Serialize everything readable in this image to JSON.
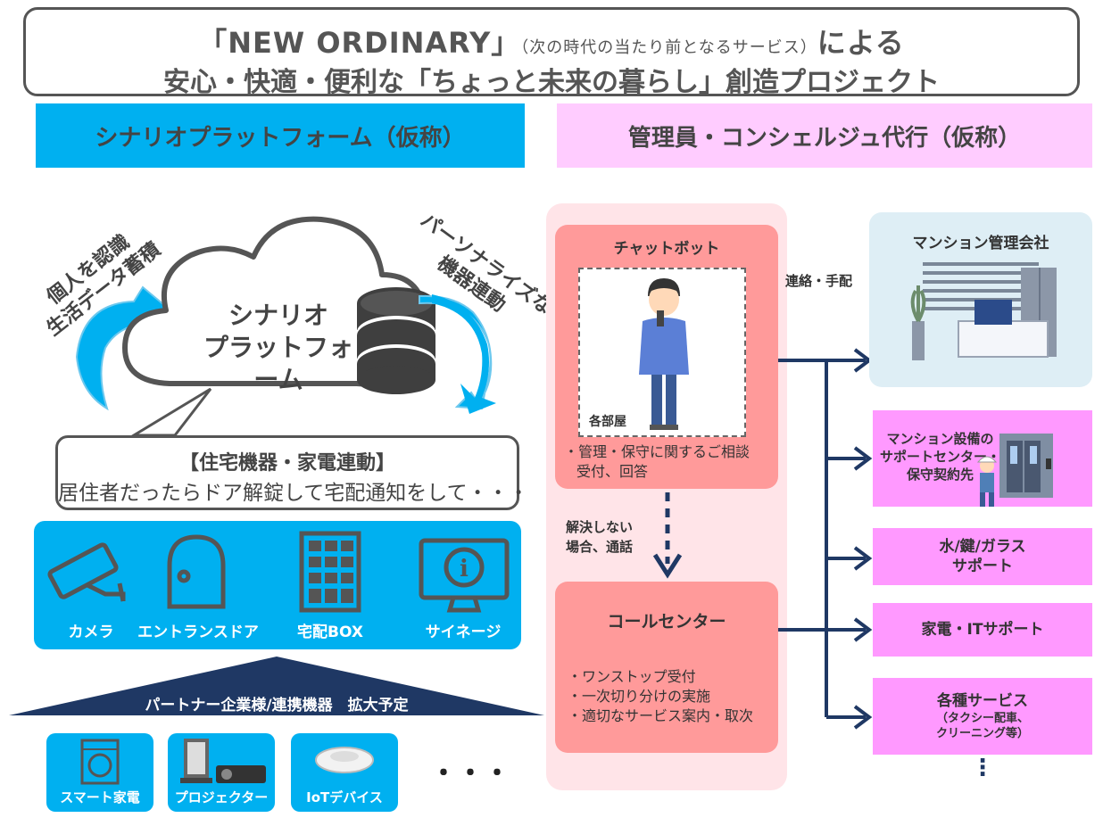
{
  "title": {
    "line1_a": "「NEW ORDINARY」",
    "line1_small": "（次の時代の当たり前となるサービス）",
    "line1_b": "による",
    "line2": "安心・快適・便利な「ちょっと未来の暮らし」創造プロジェクト"
  },
  "left_header": "シナリオプラットフォーム（仮称）",
  "right_header": "管理員・コンシェルジュ代行（仮称）",
  "cloud": {
    "label_line1": "シナリオ",
    "label_line2": "プラットフォーム",
    "left_arc_line1": "個人を認識",
    "left_arc_line2": "生活データ蓄積",
    "right_arc_line1": "パーソナライズな",
    "right_arc_line2": "機器連動"
  },
  "callout": {
    "title": "【住宅機器・家電連動】",
    "text": "居住者だったらドア解錠して宅配通知をして・・・"
  },
  "devices": [
    "カメラ",
    "エントランスドア",
    "宅配BOX",
    "サイネージ"
  ],
  "partner_banner": "パートナー企業様/連携機器　拡大予定",
  "partners": [
    "スマート家電",
    "プロジェクター",
    "IoTデバイス"
  ],
  "partners_more": "・・・",
  "chatbot": {
    "title": "チャットボット",
    "room_label": "各部屋",
    "note_line1": "・管理・保守に関するご相談",
    "note_line2": "受付、回答"
  },
  "escalation_line1": "解決しない",
  "escalation_line2": "場合、通話",
  "call_center": {
    "title": "コールセンター",
    "items": [
      "・ワンストップ受付",
      "・一次切り分けの実施",
      "・適切なサービス案内・取次"
    ]
  },
  "contact_label": "連絡・手配",
  "targets": {
    "mgmt_company": "マンション管理会社",
    "support_center_line1": "マンション設備の",
    "support_center_line2": "サポートセンター・",
    "support_center_line3": "保守契約先",
    "water_line1": "水/鍵/ガラス",
    "water_line2": "サポート",
    "appliance_it": "家電・ITサポート",
    "various_title": "各種サービス",
    "various_sub1": "（タクシー配車、",
    "various_sub2": "クリーニング等）",
    "more": "⋮"
  },
  "colors": {
    "blue": "#00b0f0",
    "pink": "#ff99ff",
    "light_pink": "#ffccff",
    "salmon": "#ff9a9a",
    "navy": "#1f3864"
  }
}
